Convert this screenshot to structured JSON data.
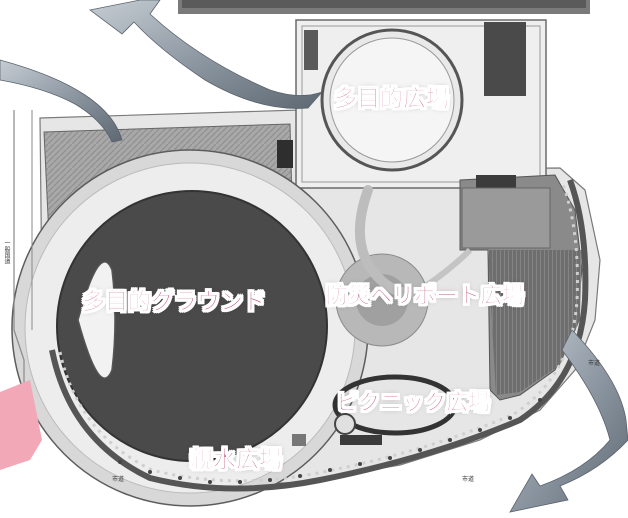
{
  "map": {
    "labels": {
      "multi_purpose_plaza": "多目的広場",
      "multi_purpose_ground": "多目的グラウンド",
      "disaster_heliport_plaza": "防災ヘリポート広場",
      "picnic_plaza": "ピクニック広場",
      "waterside_plaza": "親水広場"
    },
    "small_text": {
      "left_road": "一般国道",
      "bottom_left_road": "市道",
      "bottom_right_road": "市道",
      "right_road": "市道"
    },
    "colors": {
      "label_text": "#b8456e",
      "label_outline": "#ffffff",
      "ground_fill": "#4a4a4a",
      "parking_fill": "#8a8a8a",
      "arrow_fill": "#9aa3ad",
      "pink_patch": "#f3a8b8"
    }
  }
}
